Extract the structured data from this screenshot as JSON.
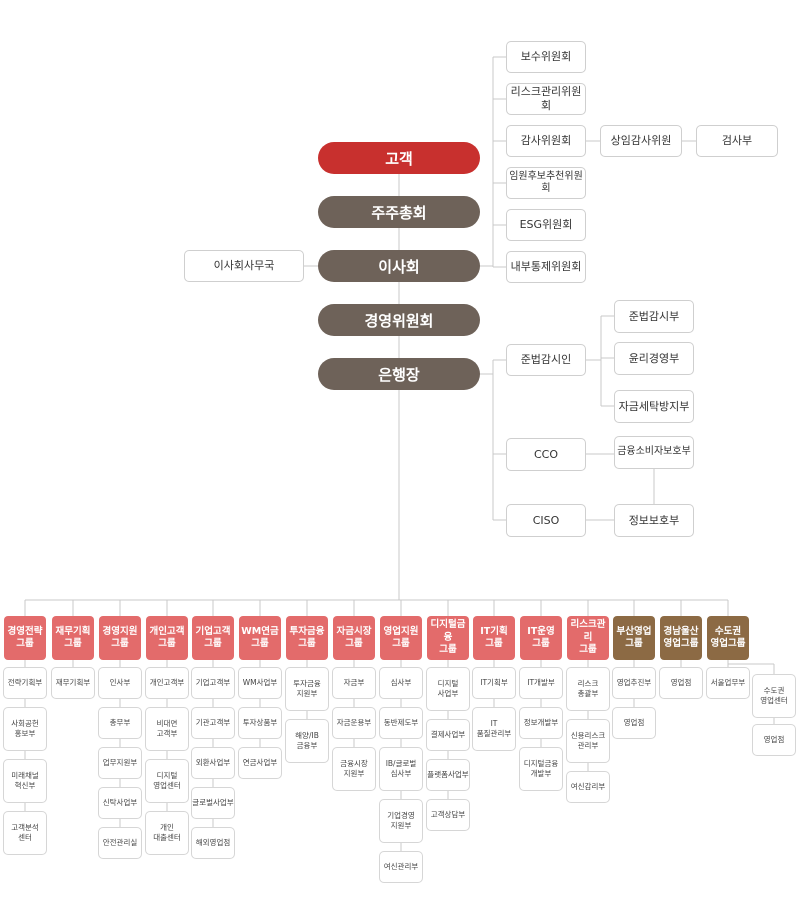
{
  "core": {
    "customer": "고객",
    "shareholders": "주주총회",
    "board": "이사회",
    "board_office": "이사회사무국",
    "mgmt_committee": "경영위원회",
    "ceo": "은행장"
  },
  "committees": [
    "보수위원회",
    "리스크관리위원회",
    "감사위원회",
    "임원후보추천위원회",
    "ESG위원회",
    "내부통제위원회"
  ],
  "audit": {
    "standing_auditor": "상임감사위원",
    "inspection": "검사부"
  },
  "compliance": {
    "officer": "준법감시인",
    "units": [
      "준법감시부",
      "윤리경영부",
      "자금세탁방지부"
    ],
    "cco": "CCO",
    "consumer": "금융소비자보호부",
    "ciso": "CISO",
    "security": "정보보호부"
  },
  "groups": [
    {
      "name": "경영전략\n그룹",
      "units": [
        "전략기획부",
        "사회공헌\n홍보부",
        "미래채널\n혁신부",
        "고객분석\n센터"
      ]
    },
    {
      "name": "재무기획\n그룹",
      "units": [
        "재무기획부"
      ]
    },
    {
      "name": "경영지원\n그룹",
      "units": [
        "인사부",
        "총무부",
        "업무지원부",
        "신탁사업부",
        "안전관리실"
      ]
    },
    {
      "name": "개인고객\n그룹",
      "units": [
        "개인고객부",
        "비대면\n고객부",
        "디지털\n영업센터",
        "개인\n대출센터"
      ]
    },
    {
      "name": "기업고객\n그룹",
      "units": [
        "기업고객부",
        "기관고객부",
        "외환사업부",
        "글로벌사업부",
        "해외영업점"
      ]
    },
    {
      "name": "WM연금\n그룹",
      "units": [
        "WM사업부",
        "투자상품부",
        "연금사업부"
      ]
    },
    {
      "name": "투자금융\n그룹",
      "units": [
        "투자금융\n지원부",
        "해양/IB\n금융부"
      ]
    },
    {
      "name": "자금시장\n그룹",
      "units": [
        "자금부",
        "자금운용부",
        "금융시장\n지원부"
      ]
    },
    {
      "name": "영업지원\n그룹",
      "units": [
        "심사부",
        "동반제도부",
        "IB/글로벌\n심사부",
        "기업경영\n지원부",
        "여신관리부"
      ]
    },
    {
      "name": "디지털금융\n그룹",
      "units": [
        "디지털\n사업부",
        "결제사업부",
        "플랫폼사업부",
        "고객상담부"
      ]
    },
    {
      "name": "IT기획\n그룹",
      "units": [
        "IT기획부",
        "IT\n품질관리부"
      ]
    },
    {
      "name": "IT운영\n그룹",
      "units": [
        "IT개발부",
        "정보개발부",
        "디지털금융\n개발부"
      ]
    },
    {
      "name": "리스크관리\n그룹",
      "units": [
        "리스크\n총괄부",
        "신용리스크\n관리부",
        "여신감리부"
      ]
    },
    {
      "name": "부산영업\n그룹",
      "units": [
        "영업추진부",
        "영업점"
      ]
    },
    {
      "name": "경남울산\n영업그룹",
      "units": [
        "영업점"
      ]
    },
    {
      "name": "수도권\n영업그룹",
      "units": [
        "서울업무부",
        "수도권\n영업센터",
        "영업점"
      ]
    }
  ],
  "colors": {
    "customer": "#c8302e",
    "core": "#6e6259",
    "group": "#e36b6b",
    "regional": "#8c6a44",
    "line": "#c8c8c8"
  }
}
